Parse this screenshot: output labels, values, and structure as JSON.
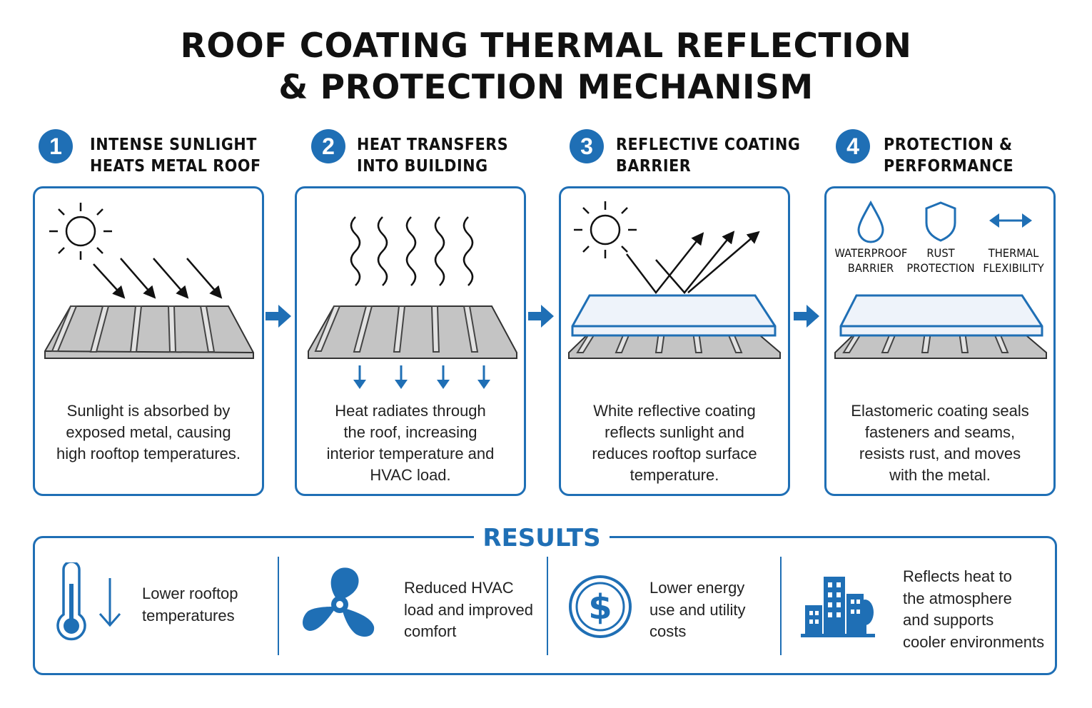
{
  "title": {
    "line1": "ROOF COATING THERMAL REFLECTION",
    "line2": "& PROTECTION MECHANISM"
  },
  "colors": {
    "accent": "#1f6fb5",
    "roof": "#bdbdbd",
    "coating": "#eef3fa"
  },
  "steps": [
    {
      "number": "1",
      "title_line1": "INTENSE SUNLIGHT",
      "title_line2": "HEATS METAL ROOF",
      "desc": [
        "Sunlight is absorbed by",
        "exposed metal, causing",
        "high rooftop temperatures."
      ]
    },
    {
      "number": "2",
      "title_line1": "HEAT TRANSFERS",
      "title_line2": "INTO BUILDING",
      "desc": [
        "Heat radiates through",
        "the roof, increasing",
        "interior temperature and",
        "HVAC load."
      ]
    },
    {
      "number": "3",
      "title_line1": "REFLECTIVE COATING",
      "title_line2": "BARRIER",
      "desc": [
        "White reflective coating",
        "reflects sunlight and",
        "reduces rooftop surface",
        "temperature."
      ]
    },
    {
      "number": "4",
      "title_line1": "PROTECTION &",
      "title_line2": "PERFORMANCE",
      "desc": [
        "Elastomeric coating seals",
        "fasteners and seams,",
        "resists rust, and moves",
        "with the metal."
      ]
    }
  ],
  "protection_icons": [
    {
      "icon": "water-drop-icon",
      "line1": "WATERPROOF",
      "line2": "BARRIER"
    },
    {
      "icon": "shield-icon",
      "line1": "RUST",
      "line2": "PROTECTION"
    },
    {
      "icon": "double-arrow-icon",
      "line1": "THERMAL",
      "line2": "FLEXIBILITY"
    }
  ],
  "results": {
    "title": "RESULTS",
    "items": [
      {
        "icon": "thermometer-icon",
        "lines": [
          "Lower rooftop",
          "temperatures"
        ]
      },
      {
        "icon": "fan-icon",
        "lines": [
          "Reduced HVAC",
          "load and improved",
          "comfort"
        ]
      },
      {
        "icon": "dollar-icon",
        "lines": [
          "Lower energy",
          "use and utility",
          "costs"
        ]
      },
      {
        "icon": "city-icon",
        "lines": [
          "Reflects heat to",
          "the atmosphere",
          "and supports",
          "cooler environments"
        ]
      }
    ]
  }
}
